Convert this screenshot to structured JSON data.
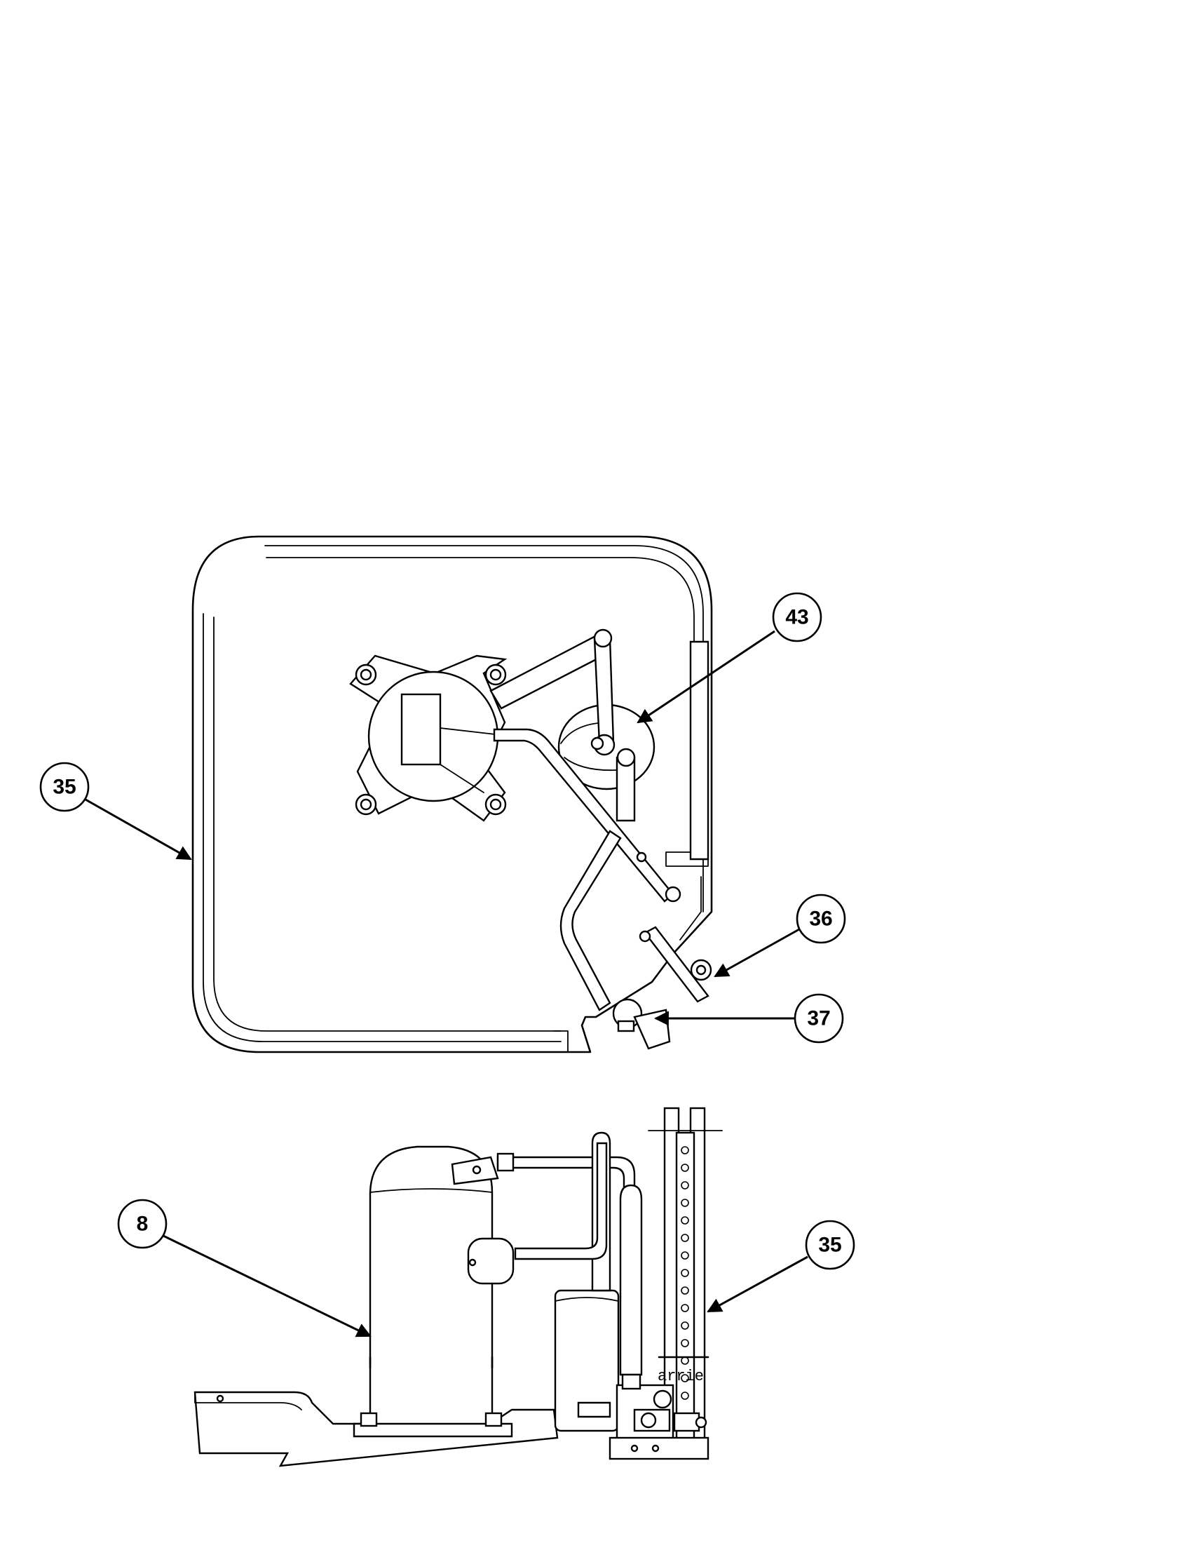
{
  "callouts": {
    "top_view": {
      "c43": "43",
      "c35": "35",
      "c36": "36",
      "c37": "37"
    },
    "side_view": {
      "c8": "8",
      "c35": "35"
    }
  },
  "side_view_stencil": "arrie"
}
